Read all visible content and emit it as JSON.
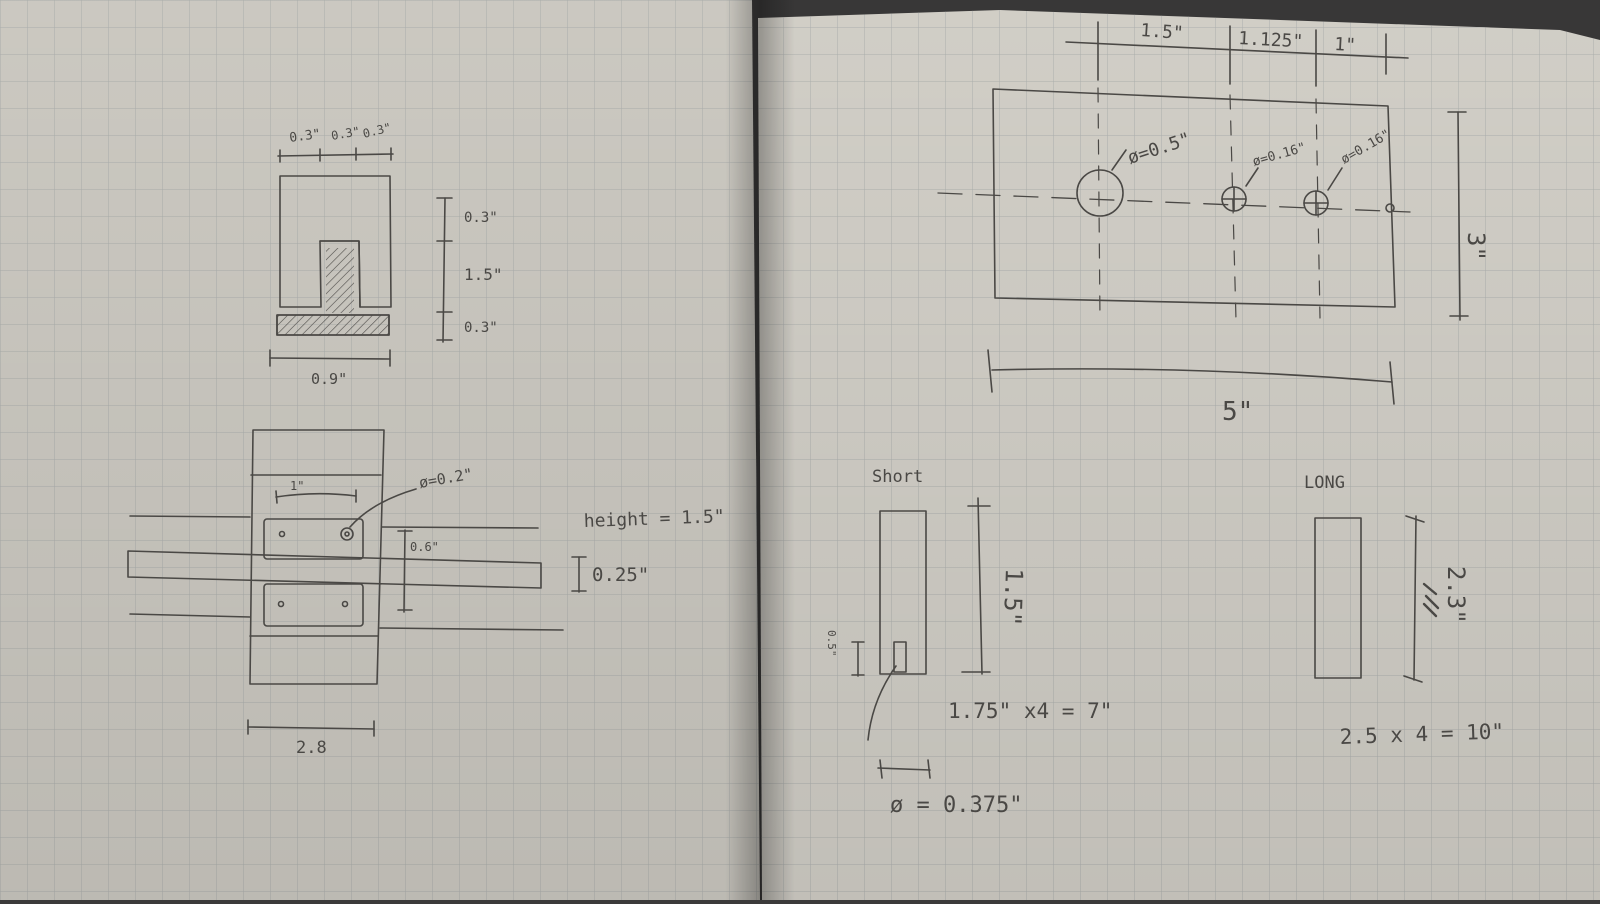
{
  "colors": {
    "paper_left": "#d6d3cb",
    "paper_right": "#dcd9d1",
    "grid": "#b3b6b4",
    "pencil": "#4a4845",
    "background": "#3b3a3a"
  },
  "left_page": {
    "u_bracket": {
      "top_dim_1": "0.3\"",
      "top_dim_2": "0.3\"",
      "top_dim_3": "0.3\"",
      "right_dim_top": "0.3\"",
      "right_dim_mid": "1.5\"",
      "right_dim_bottom": "0.3\"",
      "bottom_dim": "0.9\""
    },
    "assembly": {
      "inner_dim": "1\"",
      "hole_dim": "ø=0.2\"",
      "side_dim": "0.6\"",
      "height_note": "height = 1.5\"",
      "thickness_dim": "0.25\"",
      "bottom_dim": "2.8"
    }
  },
  "right_page": {
    "plate": {
      "top_dim_1": "1.5\"",
      "top_dim_2": "1.125\"",
      "top_dim_3": "1\"",
      "hole_1": "ø=0.5\"",
      "hole_2": "ø=0.16\"",
      "hole_3": "ø=0.16\"",
      "height_dim": "3\"",
      "width_dim": "5\""
    },
    "short_piece": {
      "label": "Short",
      "length_dim": "1.5\"",
      "slot_dim": "0.5\"",
      "count_note": "1.75\" x4 = 7\"",
      "diameter_note": "ø = 0.375\""
    },
    "long_piece": {
      "label": "LONG",
      "length_dim": "2.3\"",
      "count_note": "2.5 x 4 = 10\""
    }
  }
}
